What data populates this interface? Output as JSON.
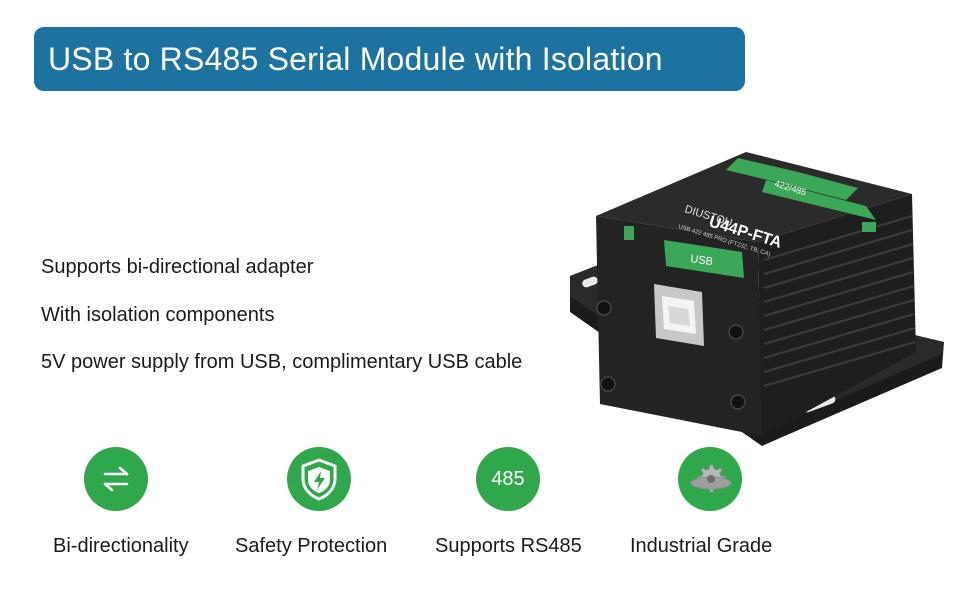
{
  "banner": {
    "title": "USB to RS485 Serial Module with Isolation",
    "color": "#1c72a0"
  },
  "features": [
    "Supports bi-directional adapter",
    "With isolation components",
    "5V power supply from USB, complimentary USB cable"
  ],
  "product": {
    "brand": "DIUSTOU",
    "model": "U44P-FTA",
    "subtitle": "USB 422 485 PRO (FT232, TB, CA)",
    "port_label": "USB",
    "terminal_label": "422/485"
  },
  "icons": [
    {
      "name": "bidirectional-arrows-icon",
      "label": "Bi-directionality"
    },
    {
      "name": "shield-lightning-icon",
      "label": "Safety Protection"
    },
    {
      "name": "rs485-number-icon",
      "label": "Supports RS485",
      "text": "485"
    },
    {
      "name": "gear-icon",
      "label": "Industrial Grade"
    }
  ],
  "accent_green": "#2ea84a"
}
